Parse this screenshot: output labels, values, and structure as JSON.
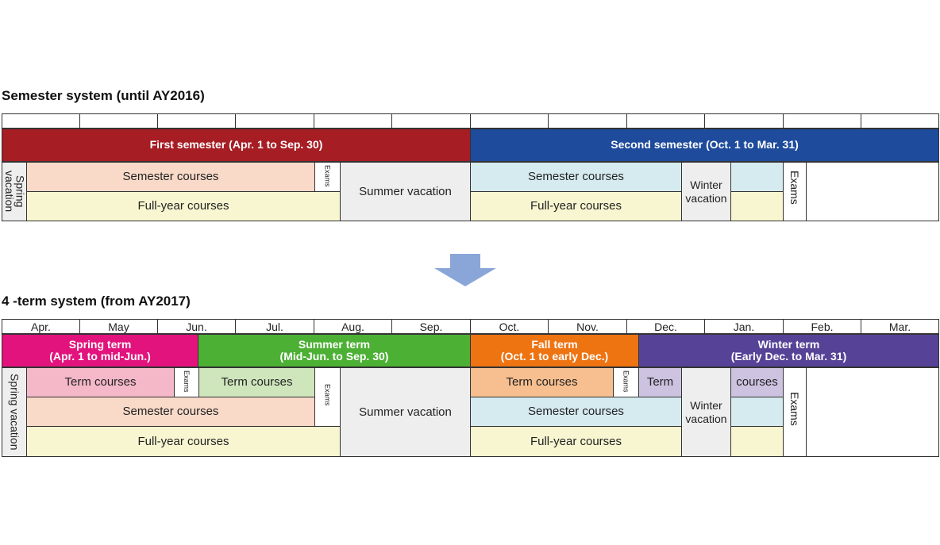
{
  "colors": {
    "first_semester": "#a61d24",
    "second_semester": "#1e4b9c",
    "spring_term": "#e2137d",
    "summer_term": "#4cb034",
    "fall_term": "#ee7311",
    "winter_term": "#564297",
    "semester_courses_first": "#f9d9c8",
    "semester_courses_second": "#d6ebf0",
    "full_year": "#f7f6d0",
    "summer_vacation": "#eeeeee",
    "term_spring": "#f4b8c8",
    "term_summer": "#cfe6bd",
    "term_fall": "#f7bf8f",
    "term_winter": "#cdc2e0",
    "arrow": "#8aa6d8"
  },
  "semester_section": {
    "title": "Semester system (until AY2016)",
    "first_semester": "First semester (Apr. 1 to Sep. 30)",
    "second_semester": "Second semester (Oct. 1 to Mar. 31)",
    "spring_vacation": "Spring vacation",
    "semester_courses_1": "Semester courses",
    "exams_1": "Exams",
    "summer_vacation": "Summer vacation",
    "full_year_1": "Full-year courses",
    "semester_courses_2": "Semester courses",
    "winter_vacation": "Winter vacation",
    "full_year_2": "Full-year courses",
    "exams_2": "Exams"
  },
  "arrow_icon": "down-arrow-icon",
  "term_section": {
    "title": "4 -term system (from AY2017)",
    "months": [
      "Apr.",
      "May",
      "Jun.",
      "Jul.",
      "Aug.",
      "Sep.",
      "Oct.",
      "Nov.",
      "Dec.",
      "Jan.",
      "Feb.",
      "Mar."
    ],
    "spring_term": {
      "name": "Spring term",
      "dates": "(Apr. 1 to mid-Jun.)"
    },
    "summer_term": {
      "name": "Summer term",
      "dates": "(Mid-Jun. to Sep. 30)"
    },
    "fall_term": {
      "name": "Fall term",
      "dates": "(Oct. 1 to early Dec.)"
    },
    "winter_term": {
      "name": "Winter term",
      "dates": "(Early Dec. to Mar. 31)"
    },
    "spring_vacation": "Spring vacation",
    "term_courses_1": "Term courses",
    "exams_1": "Exams",
    "term_courses_2": "Term courses",
    "exams_2": "Exams",
    "semester_courses_1": "Semester courses",
    "summer_vacation": "Summer vacation",
    "full_year_1": "Full-year courses",
    "term_courses_3": "Term courses",
    "exams_3": "Exams",
    "term_label": "Term",
    "courses_label": "courses",
    "semester_courses_2": "Semester courses",
    "winter_vacation": "Winter vacation",
    "full_year_2": "Full-year courses",
    "exams_4": "Exams"
  }
}
